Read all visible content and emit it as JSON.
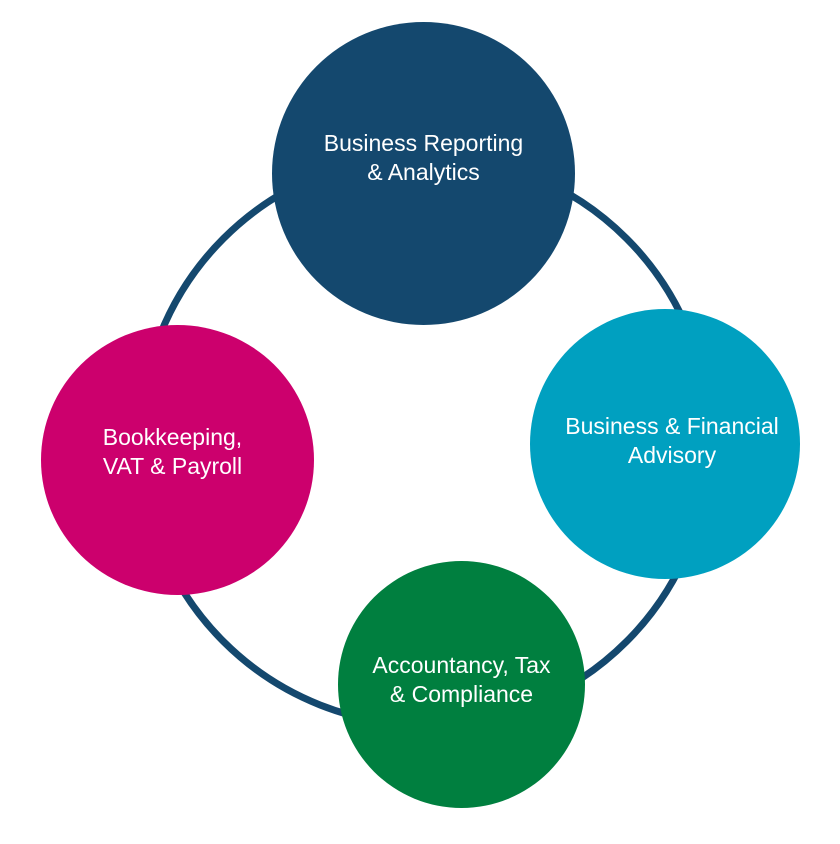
{
  "diagram": {
    "ring_color": "#14486e",
    "nodes": [
      {
        "id": "reporting",
        "line1": "Business Reporting",
        "line2": "& Analytics",
        "color": "#14486e"
      },
      {
        "id": "advisory",
        "line1": "Business & Financial",
        "line2": "Advisory",
        "color": "#00a0c0"
      },
      {
        "id": "accountancy",
        "line1": "Accountancy, Tax",
        "line2": "& Compliance",
        "color": "#007f3f"
      },
      {
        "id": "bookkeeping",
        "line1": "Bookkeeping,",
        "line2": "VAT & Payroll",
        "color": "#cc006d"
      }
    ]
  }
}
